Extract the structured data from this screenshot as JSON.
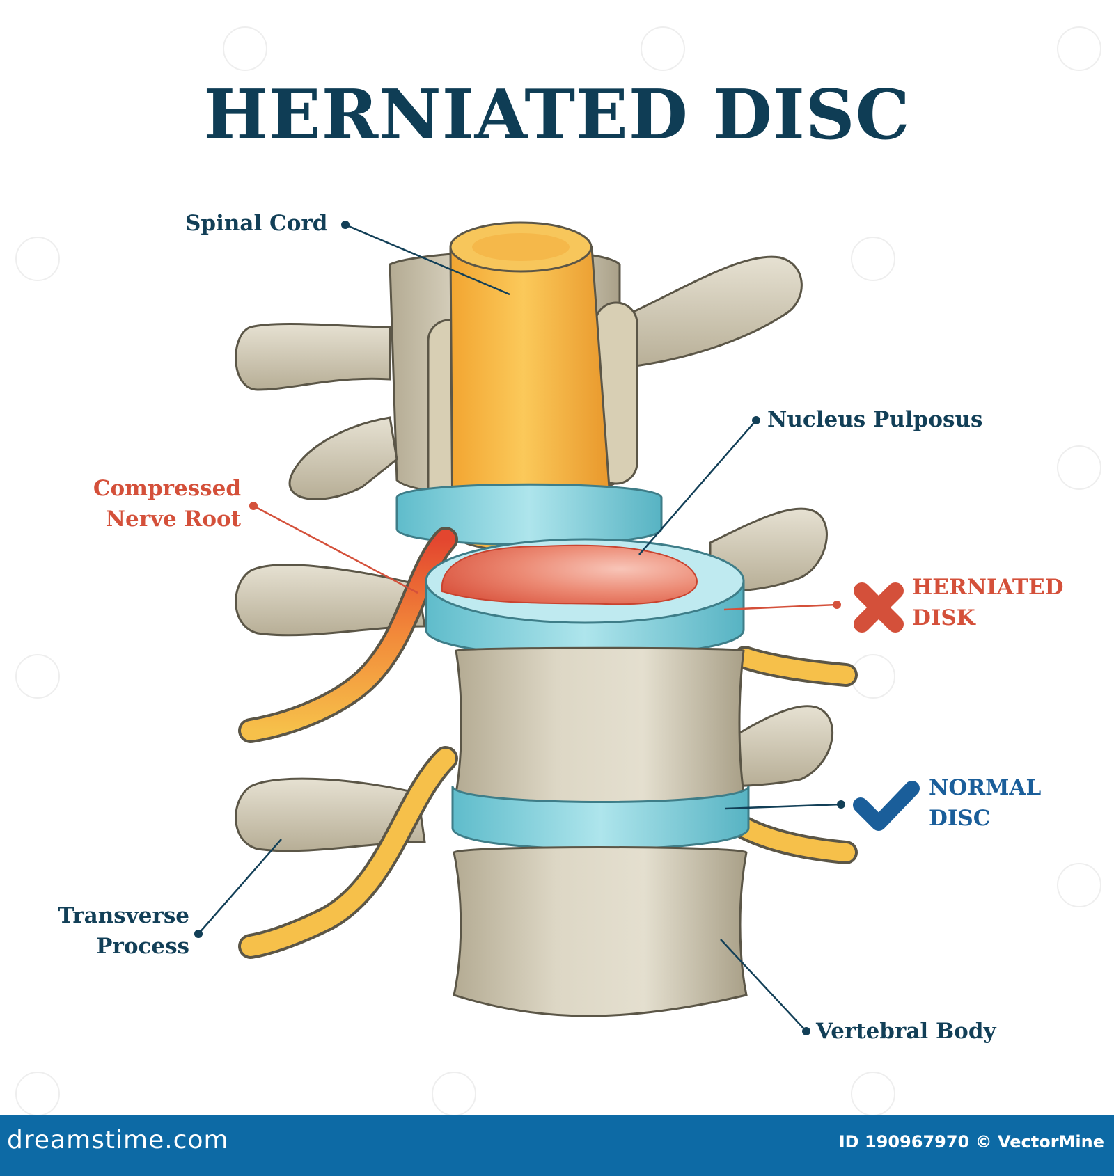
{
  "title": "HERNIATED DISC",
  "labels": {
    "spinal_cord": "Spinal Cord",
    "nucleus_pulposus": "Nucleus Pulposus",
    "compressed_nerve_root": "Compressed Nerve Root",
    "herniated_disk": "HERNIATED DISK",
    "normal_disc": "NORMAL DISC",
    "transverse_process": "Transverse Process",
    "vertebral_body": "Vertebral Body"
  },
  "label_lines": {
    "compressed_nerve_root": [
      "Compressed",
      "Nerve Root"
    ],
    "herniated_disk": [
      "HERNIATED",
      "DISK"
    ],
    "normal_disc": [
      "NORMAL",
      "DISC"
    ],
    "transverse_process": [
      "Transverse",
      "Process"
    ]
  },
  "icons": {
    "herniated": "cross-mark-icon",
    "normal": "check-mark-icon"
  },
  "colors": {
    "title": "#0f3d55",
    "label": "#123f57",
    "warning": "#d4503a",
    "normal": "#1a5e9a",
    "bone": "#d6d0bd",
    "disc": "#8fd3dc",
    "nerve": "#f6b940",
    "nucleus": "#e8735f",
    "footer": "#0d6aa5"
  },
  "footer": {
    "site": "dreamstime.com",
    "credit": "ID 190967970 © VectorMine"
  }
}
